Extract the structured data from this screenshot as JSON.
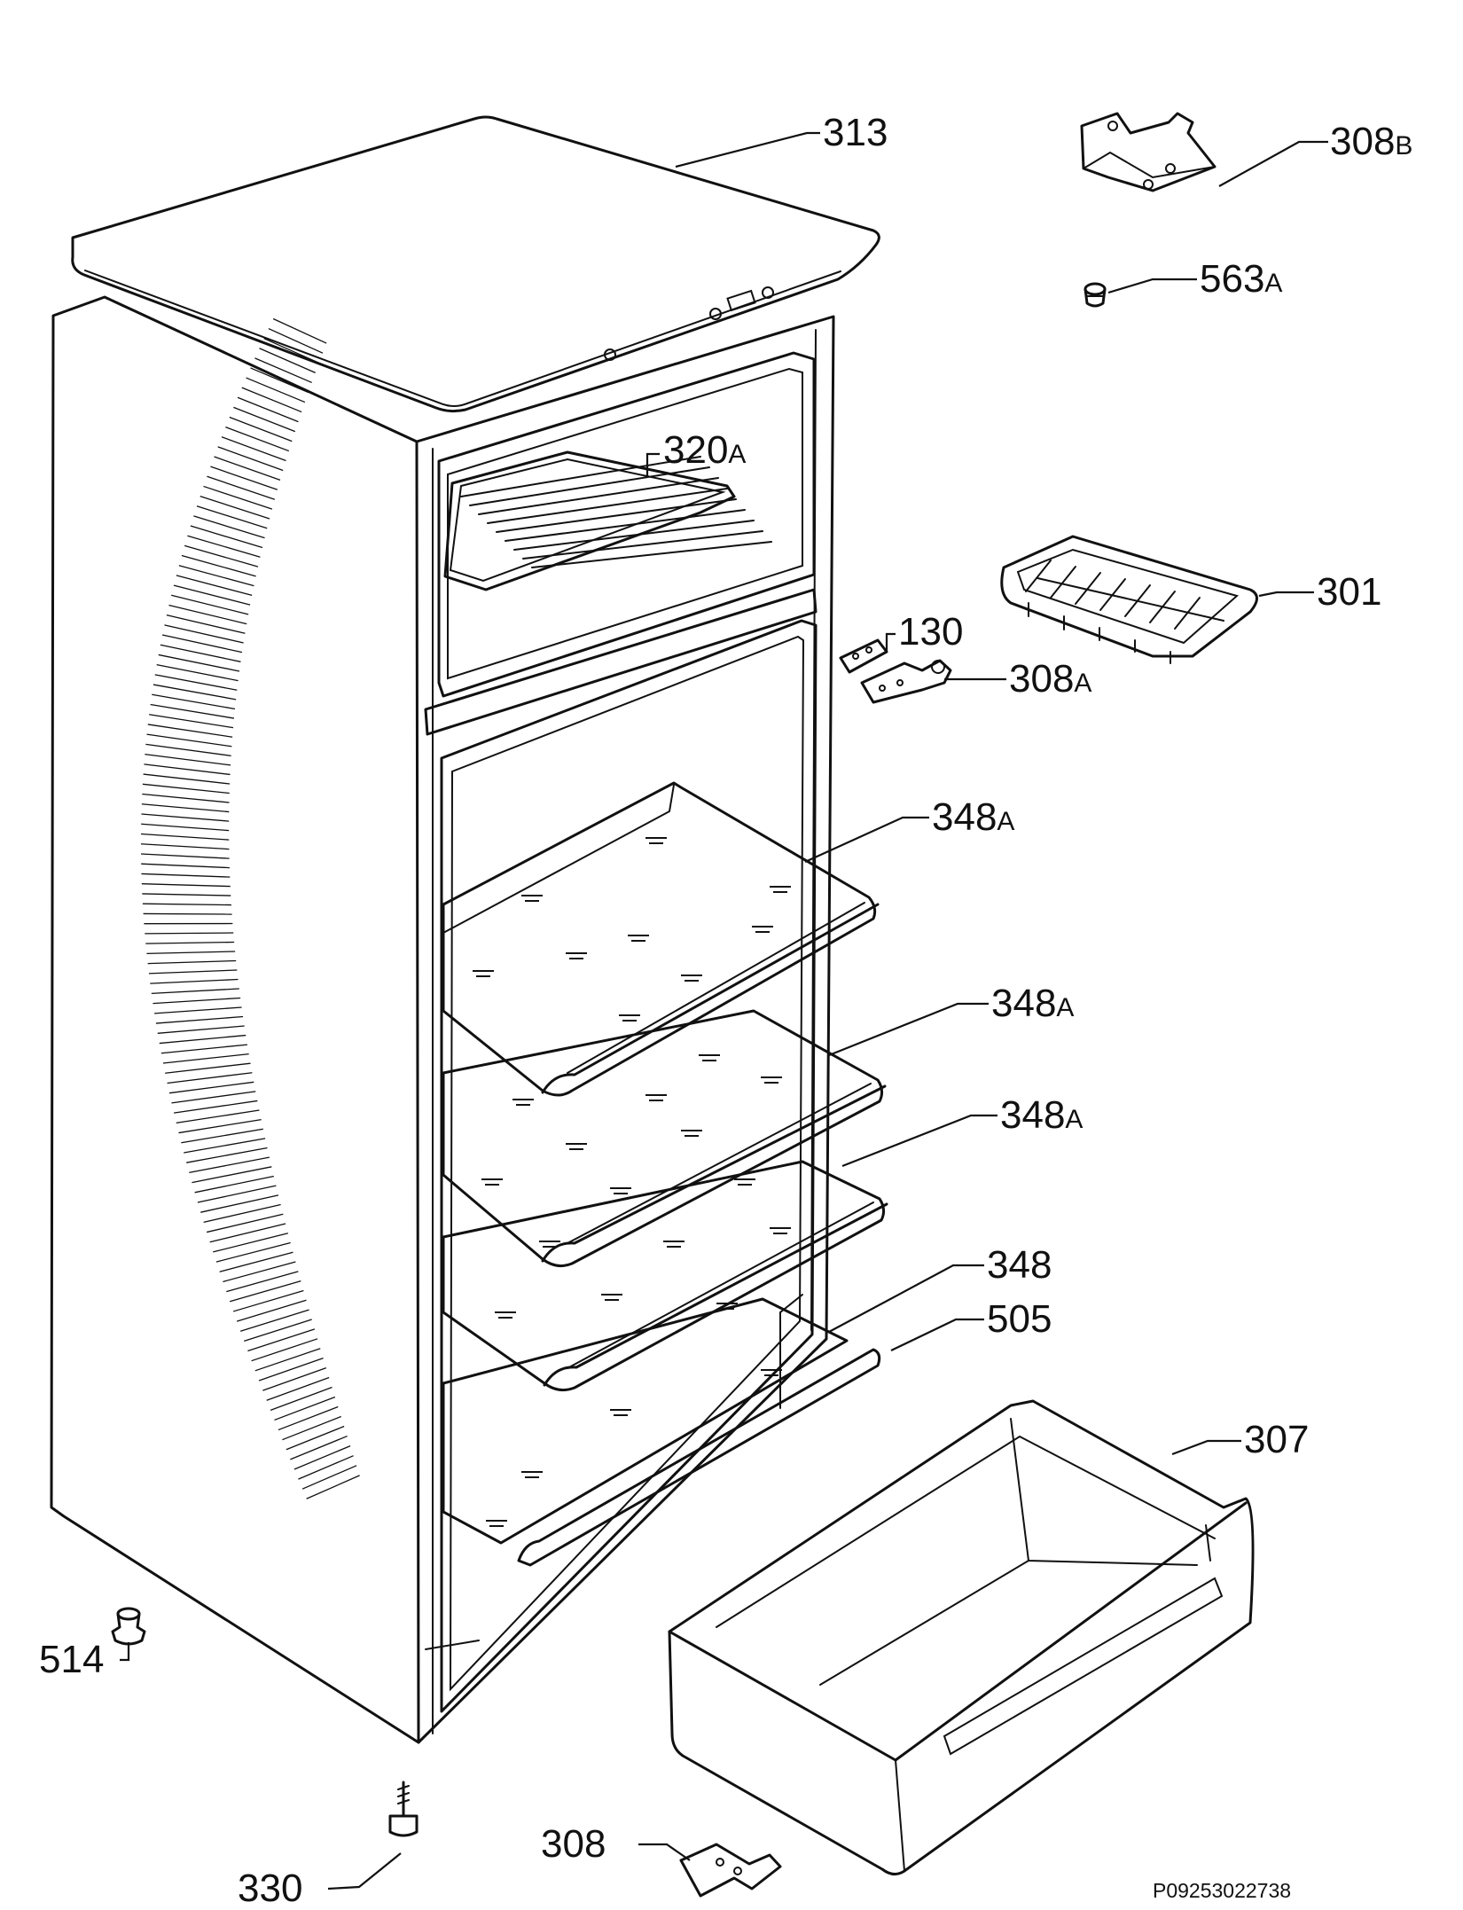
{
  "labels": {
    "p313": {
      "num": "313",
      "suf": ""
    },
    "p308b": {
      "num": "308",
      "suf": "B"
    },
    "p563a": {
      "num": "563",
      "suf": "A"
    },
    "p320a": {
      "num": "320",
      "suf": "A"
    },
    "p301": {
      "num": "301",
      "suf": ""
    },
    "p130": {
      "num": "130",
      "suf": ""
    },
    "p308a": {
      "num": "308",
      "suf": "A"
    },
    "p348a1": {
      "num": "348",
      "suf": "A"
    },
    "p348a2": {
      "num": "348",
      "suf": "A"
    },
    "p348a3": {
      "num": "348",
      "suf": "A"
    },
    "p348": {
      "num": "348",
      "suf": ""
    },
    "p505": {
      "num": "505",
      "suf": ""
    },
    "p307": {
      "num": "307",
      "suf": ""
    },
    "p514": {
      "num": "514",
      "suf": ""
    },
    "p330": {
      "num": "330",
      "suf": ""
    },
    "p308": {
      "num": "308",
      "suf": ""
    }
  },
  "drawing_code": "P09253022738"
}
